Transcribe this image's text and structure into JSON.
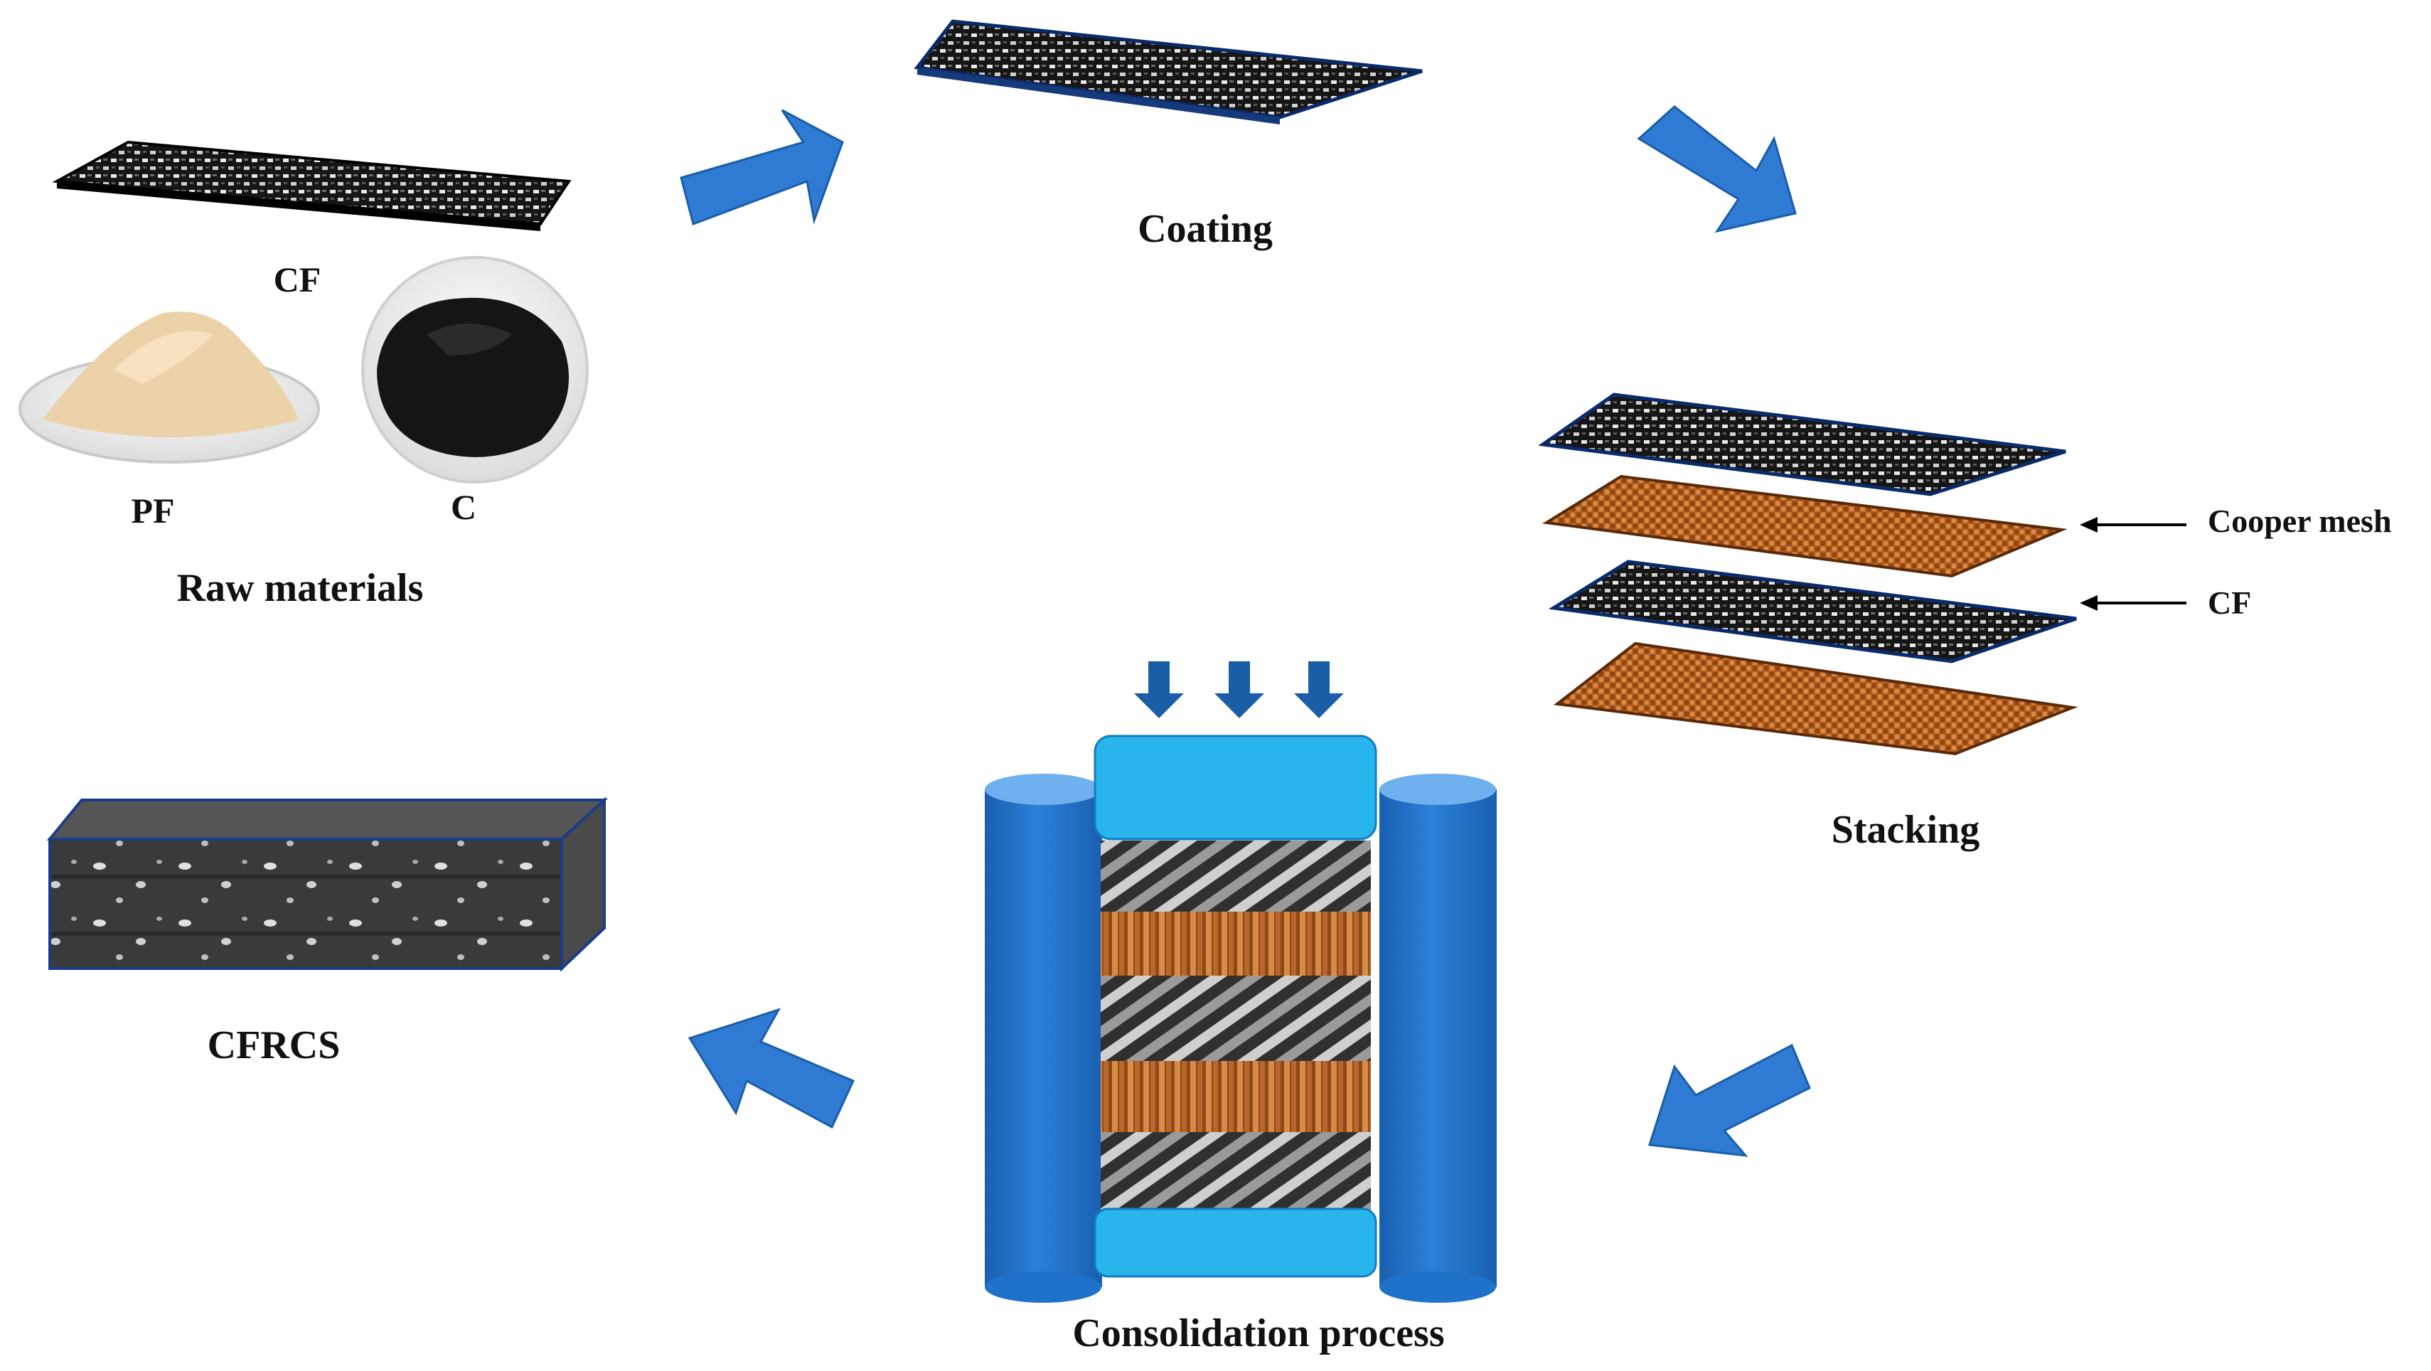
{
  "labels": {
    "cf_raw": "CF",
    "pf": "PF",
    "c": "C",
    "raw_materials": "Raw materials",
    "coating": "Coating",
    "cooper_mesh": "Cooper mesh",
    "cf_stack": "CF",
    "stacking": "Stacking",
    "consolidation": "Consolidation process",
    "cfrcs": "CFRCS"
  },
  "colors": {
    "arrow_blue": "#2f7bd4",
    "press_blue": "#1f72c9",
    "press_light": "#27b5ec",
    "copper": "#c06a28",
    "carbon_dark": "#1a1a1a"
  }
}
